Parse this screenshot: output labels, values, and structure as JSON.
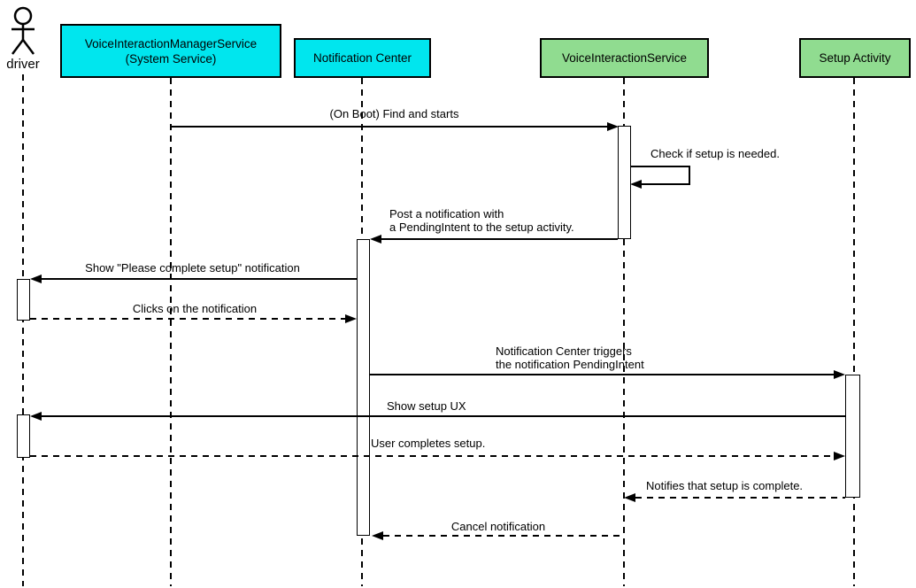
{
  "diagram": {
    "kind": "uml-sequence-diagram",
    "background": "#FFFFFF",
    "line_color": "#000000",
    "participants": [
      {
        "id": "driver",
        "label": "driver",
        "type": "actor"
      },
      {
        "id": "vims",
        "label": "VoiceInteractionManagerService\n(System Service)",
        "type": "participant",
        "fill": "#00E6EE"
      },
      {
        "id": "nc",
        "label": "Notification Center",
        "type": "participant",
        "fill": "#00E6EE"
      },
      {
        "id": "vis",
        "label": "VoiceInteractionService",
        "type": "participant",
        "fill": "#90DC90"
      },
      {
        "id": "sa",
        "label": "Setup Activity",
        "type": "participant",
        "fill": "#90DC90"
      }
    ],
    "messages": [
      {
        "from": "vims",
        "to": "vis",
        "label": "(On Boot) Find and starts",
        "style": "solid"
      },
      {
        "from": "vis",
        "to": "vis",
        "label": "Check if setup is needed.",
        "style": "solid",
        "self_message": true
      },
      {
        "from": "vis",
        "to": "nc",
        "label": "Post a notification with\na PendingIntent to the setup activity.",
        "style": "solid"
      },
      {
        "from": "nc",
        "to": "driver",
        "label": "Show \"Please complete setup\" notification",
        "style": "solid"
      },
      {
        "from": "driver",
        "to": "nc",
        "label": "Clicks on the notification",
        "style": "dashed"
      },
      {
        "from": "nc",
        "to": "sa",
        "label": "Notification Center triggers\nthe notification PendingIntent",
        "style": "solid"
      },
      {
        "from": "sa",
        "to": "driver",
        "label": "Show setup UX",
        "style": "solid"
      },
      {
        "from": "driver",
        "to": "sa",
        "label": "User completes setup.",
        "style": "dashed"
      },
      {
        "from": "sa",
        "to": "vis",
        "label": "Notifies that setup is complete.",
        "style": "dashed"
      },
      {
        "from": "vis",
        "to": "nc",
        "label": "Cancel notification",
        "style": "dashed"
      }
    ],
    "colors": {
      "participant_cyan": "#00E6EE",
      "participant_green": "#90DC90"
    }
  }
}
